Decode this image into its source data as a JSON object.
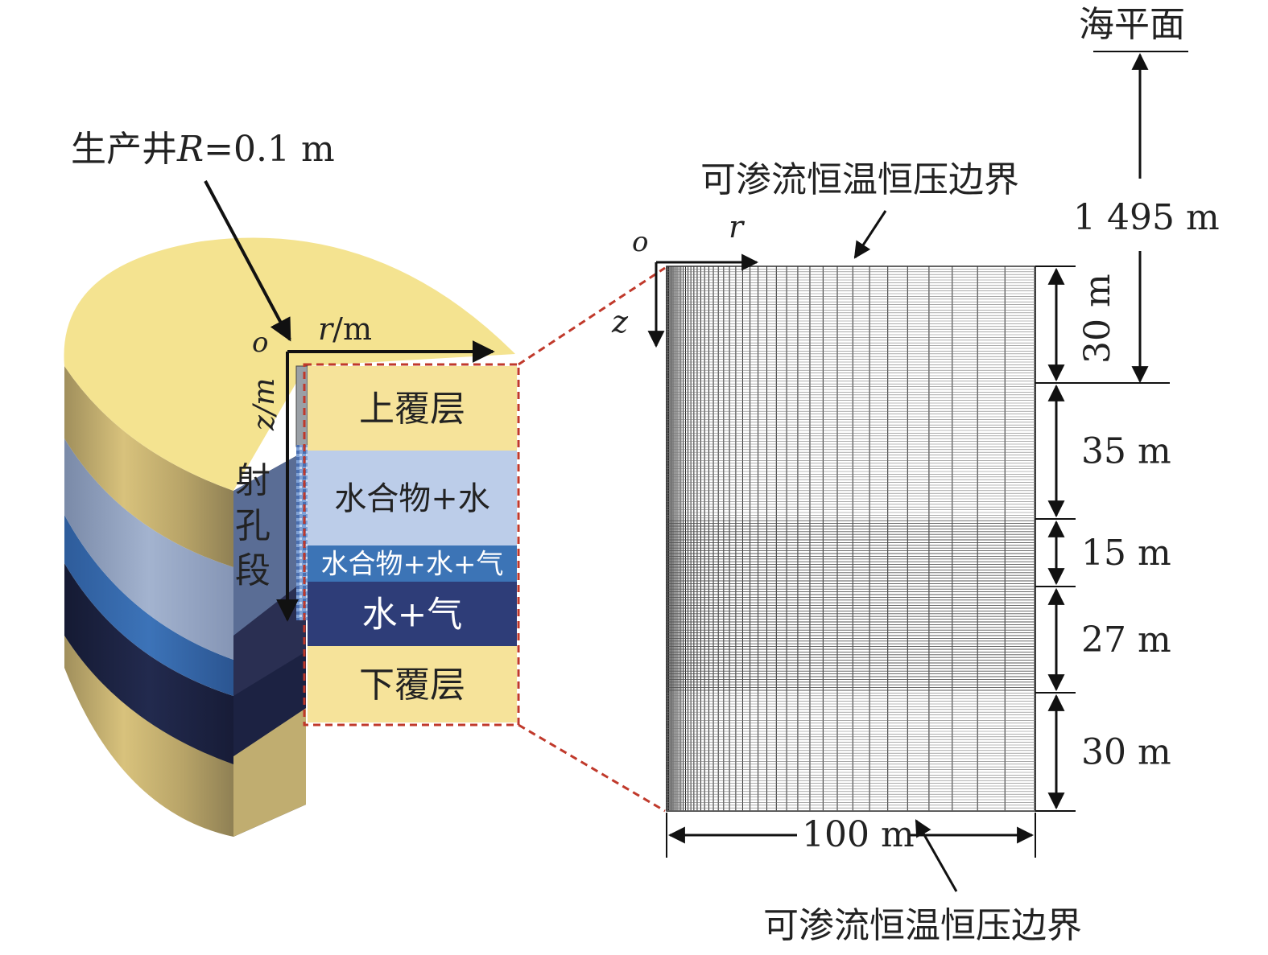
{
  "well": {
    "label_prefix": "生产井",
    "label_var": "R",
    "label_value": "=0.1 m"
  },
  "perforation_label": [
    "射",
    "孔",
    "段"
  ],
  "left_axes": {
    "origin": "o",
    "r_var": "r",
    "r_unit": "/m",
    "z_label": "z/m"
  },
  "layers": [
    {
      "name": "上覆层",
      "color": "#f6e39a"
    },
    {
      "name": "水合物+水",
      "color": "#bccde9"
    },
    {
      "name": "水合物+水+气",
      "color": "#3c74b6"
    },
    {
      "name": "水+气",
      "color": "#2e3d78"
    },
    {
      "name": "下覆层",
      "color": "#f6e39a"
    }
  ],
  "mesh": {
    "origin": "o",
    "r_axis": "r",
    "z_axis": "z",
    "top_boundary": "可渗流恒温恒压边界",
    "bottom_boundary": "可渗流恒温恒压边界",
    "width_label": "100 m"
  },
  "sea_level": {
    "label": "海平面",
    "depth_label": "1 495 m"
  },
  "thickness_labels": [
    "30 m",
    "35 m",
    "15 m",
    "27 m",
    "30 m"
  ],
  "colors": {
    "dashed_red": "#c0392b",
    "cylinder_top": "#f4e390",
    "mesh_line": "#111111"
  }
}
